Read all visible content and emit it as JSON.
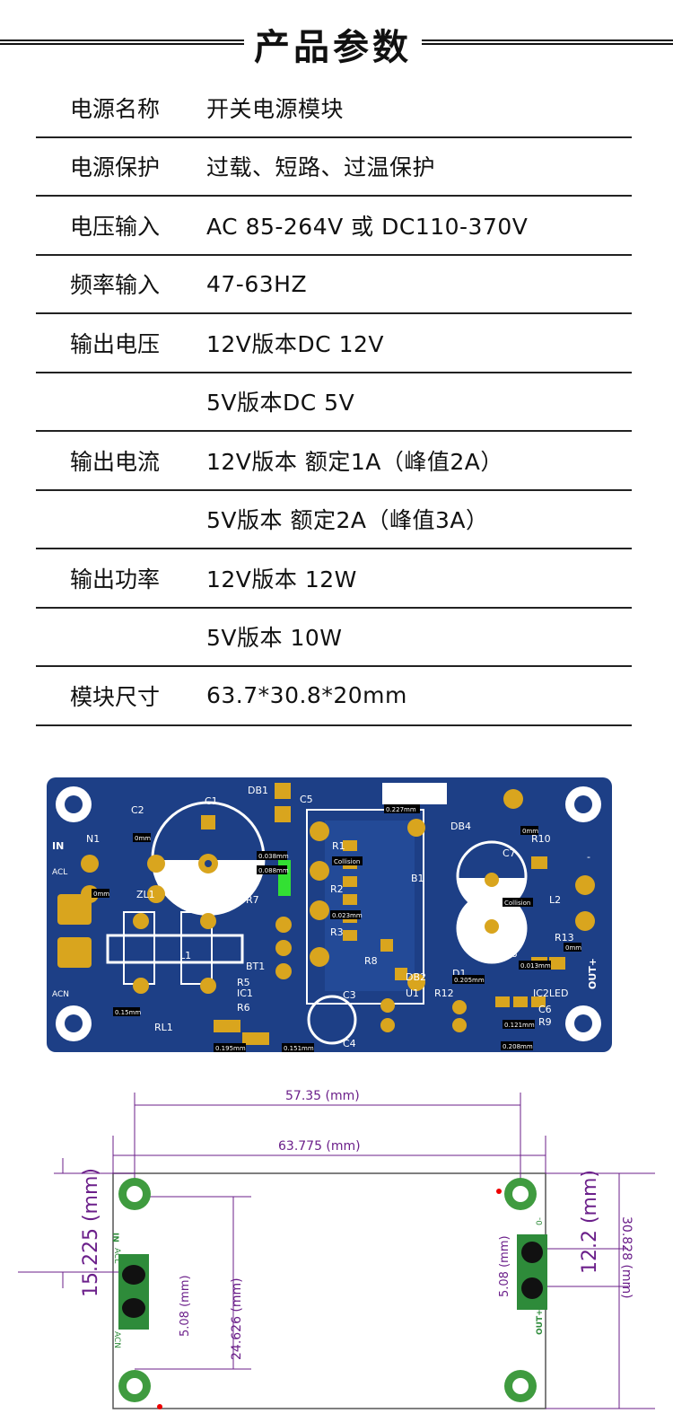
{
  "header": {
    "title": "产品参数"
  },
  "specs": [
    {
      "label": "电源名称",
      "value": "开关电源模块"
    },
    {
      "label": "电源保护",
      "value": "过载、短路、过温保护"
    },
    {
      "label": "电压输入",
      "value": "AC 85-264V 或 DC110-370V"
    },
    {
      "label": "频率输入",
      "value": "47-63HZ"
    },
    {
      "label": "输出电压",
      "value": "12V版本DC 12V"
    },
    {
      "label": "",
      "value": "5V版本DC 5V"
    },
    {
      "label": "输出电流",
      "value": "12V版本 额定1A（峰值2A）"
    },
    {
      "label": "",
      "value": "5V版本 额定2A（峰值3A）"
    },
    {
      "label": "输出功率",
      "value": "12V版本 12W"
    },
    {
      "label": "",
      "value": "5V版本 10W"
    },
    {
      "label": "模块尺寸",
      "value": "63.7*30.8*20mm"
    }
  ],
  "pcb": {
    "labels": {
      "c1": "C1",
      "db1": "DB1",
      "c5": "C5",
      "db4": "DB4",
      "c7": "C7",
      "r10": "R10",
      "minus": "-",
      "in": "IN",
      "acl": "ACL",
      "acn": "ACN",
      "n1": "N1",
      "zl1": "ZL1",
      "c2": "C2",
      "r1": "R1",
      "r2": "R2",
      "r3": "R3",
      "r7": "R7",
      "b1": "B1",
      "l1": "L1",
      "l2": "L2",
      "r13": "R13",
      "c8": "C8",
      "bt1": "BT1",
      "r5": "R5",
      "ic1": "IC1",
      "r6": "R6",
      "rl1": "RL1",
      "c3": "C3",
      "c4": "C4",
      "r8": "R8",
      "db2": "DB2",
      "u1": "U1",
      "r12": "R12",
      "d1": "D1",
      "ic2led": "IC2LED",
      "c6": "C6",
      "r9": "R9",
      "out": "OUT+"
    },
    "measures": {
      "m1": "0.227mm",
      "m2": "0mm",
      "m3": "0.038mm",
      "m4": "0.088mm",
      "m5": "Collision",
      "m6": "0.023mm",
      "m7": "0mm",
      "m8": "Collision",
      "m9": "0.013mm",
      "m10": "0.15mm",
      "m11": "0.195mm",
      "m12": "0.151mm",
      "m13": "0.205mm",
      "m14": "0.121mm",
      "m15": "0.208mm",
      "m16": "0mm",
      "m17": "0mm"
    }
  },
  "drawing": {
    "dim_top": "57.35 (mm)",
    "dim_width": "63.775 (mm)",
    "dim_left_height": "15.225 (mm)",
    "dim_hole": "24.626 (mm)",
    "dim_pitch_left": "5.08 (mm)",
    "dim_pitch_right": "5.08 (mm)",
    "dim_right": "12.2 (mm)",
    "dim_total_h": "30.828 (mm)",
    "in_label": "IN",
    "acl_label": "ACL",
    "acn_label": "ACN",
    "out_label": "OUT+",
    "out_minus": "0-"
  },
  "colors": {
    "pcb_blue": "#1d3f86",
    "pad_gold": "#d9a51e",
    "silk": "#ffffff",
    "green_led": "#33e033"
  }
}
